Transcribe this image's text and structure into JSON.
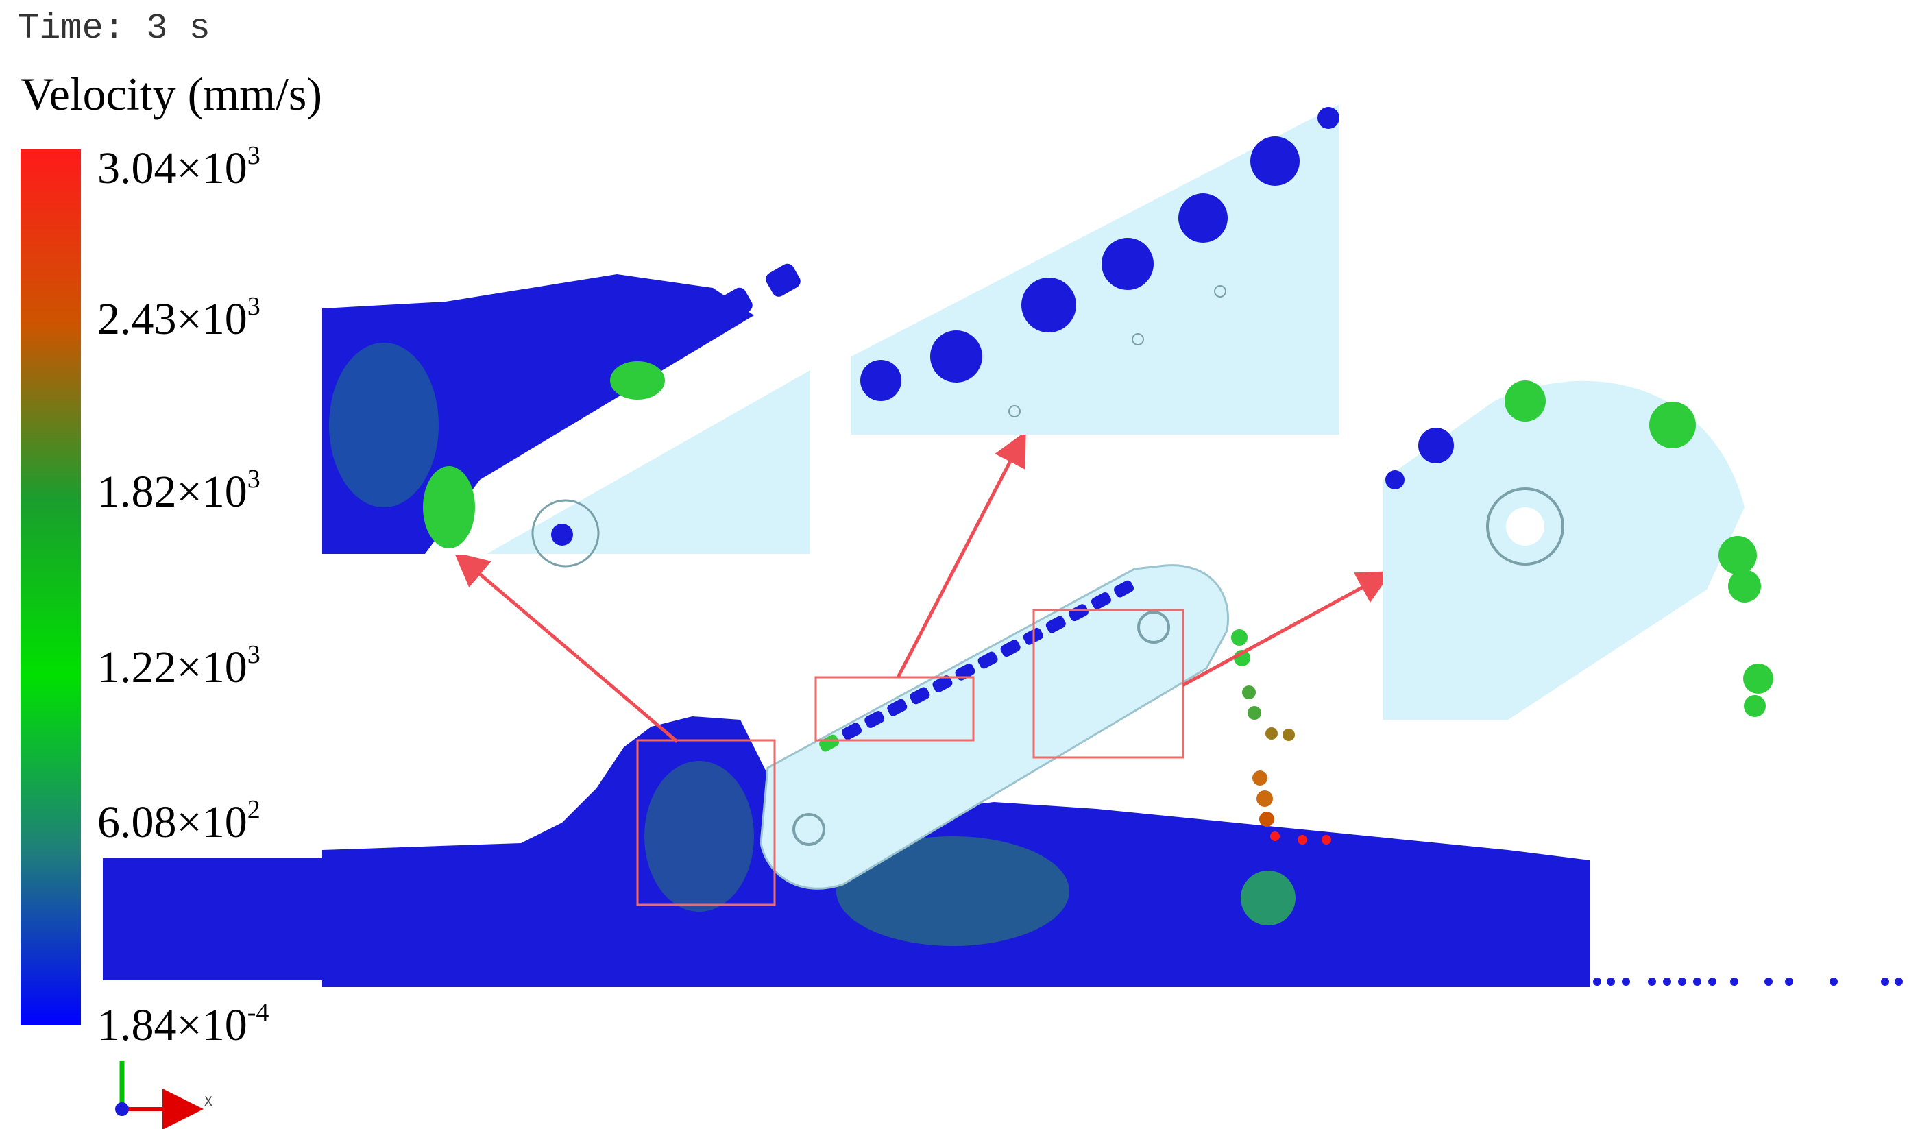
{
  "time_label": "Time: 3 s",
  "legend": {
    "title": "Velocity (mm/s)",
    "ticks": [
      {
        "mantissa": "3.04",
        "exp": "3"
      },
      {
        "mantissa": "2.43",
        "exp": "3"
      },
      {
        "mantissa": "1.82",
        "exp": "3"
      },
      {
        "mantissa": "1.22",
        "exp": "3"
      },
      {
        "mantissa": "6.08",
        "exp": "2"
      },
      {
        "mantissa": "1.84",
        "exp": "-4"
      }
    ],
    "colors": [
      "#ff1a1a",
      "#cc5500",
      "#1a9e2e",
      "#00e000",
      "#1f7f7a",
      "#0000ff"
    ]
  },
  "axis": {
    "x_label": "X"
  },
  "colors": {
    "particle_blue": "#1a1adb",
    "particle_green": "#2ecc3a",
    "conveyor": "#d6f3fb",
    "highlight_box": "#ee6b6b",
    "arrow": "#ee4d55"
  }
}
